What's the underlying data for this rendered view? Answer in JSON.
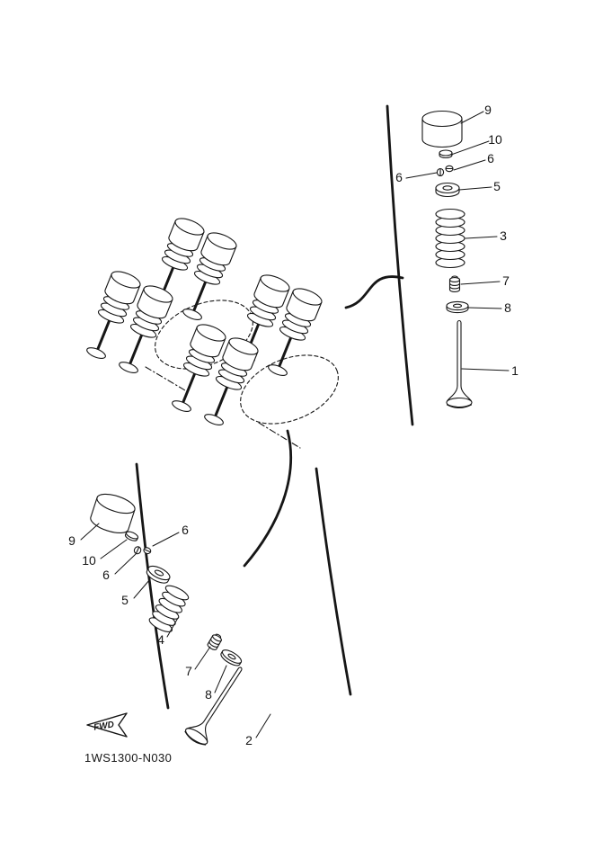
{
  "diagram": {
    "code": "1WS1300-N030",
    "fwd": {
      "label": "FWD"
    },
    "colors": {
      "ink": "#161616",
      "background": "#ffffff"
    },
    "panel_right": {
      "callouts": [
        {
          "n": "9"
        },
        {
          "n": "10"
        },
        {
          "n": "6"
        },
        {
          "n": "6"
        },
        {
          "n": "5"
        },
        {
          "n": "3"
        },
        {
          "n": "7"
        },
        {
          "n": "8"
        },
        {
          "n": "1"
        }
      ]
    },
    "panel_left": {
      "callouts": [
        {
          "n": "9"
        },
        {
          "n": "10"
        },
        {
          "n": "6"
        },
        {
          "n": "6"
        },
        {
          "n": "5"
        },
        {
          "n": "4"
        },
        {
          "n": "7"
        },
        {
          "n": "8"
        },
        {
          "n": "2"
        }
      ]
    }
  }
}
